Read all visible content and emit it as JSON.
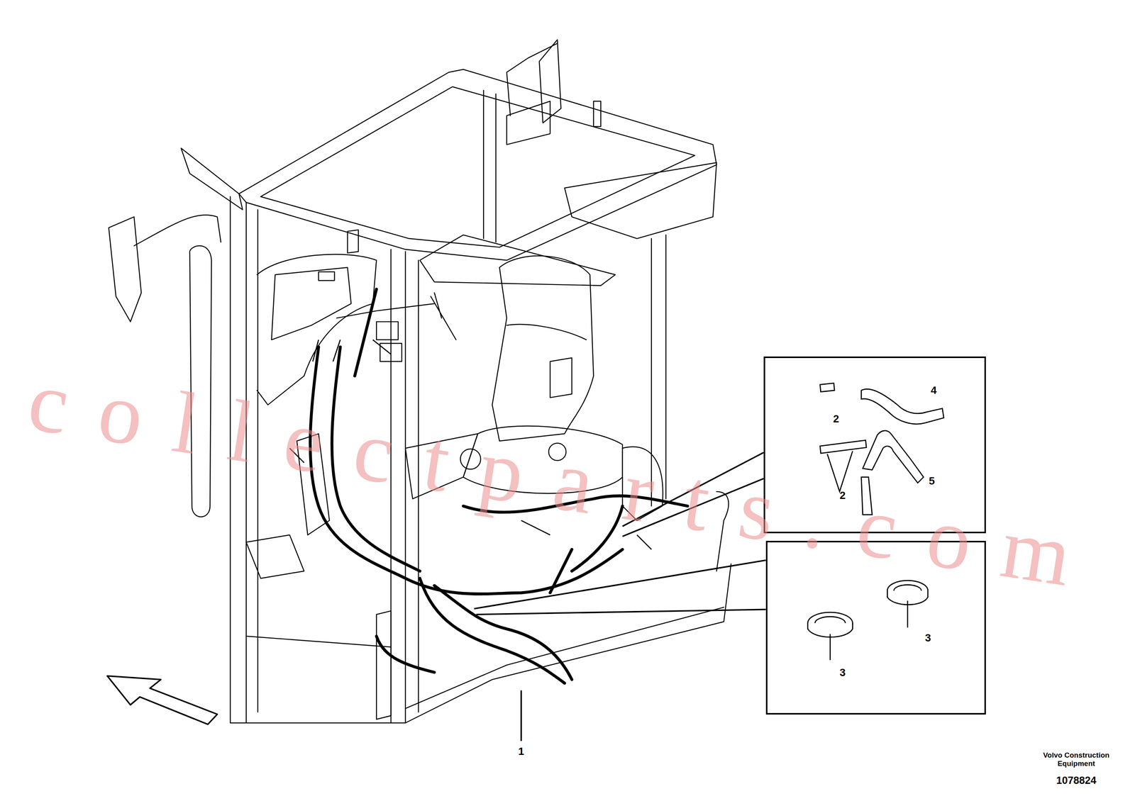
{
  "diagram": {
    "nodes": [
      {
        "text": [
          "2",
          "4",
          "2",
          "5"
        ]
      },
      {
        "text": [
          "3",
          "3"
        ]
      }
    ],
    "labels": [
      "1",
      "collectparts.com",
      "Volvo Construction Equipment",
      "1078824"
    ]
  }
}
